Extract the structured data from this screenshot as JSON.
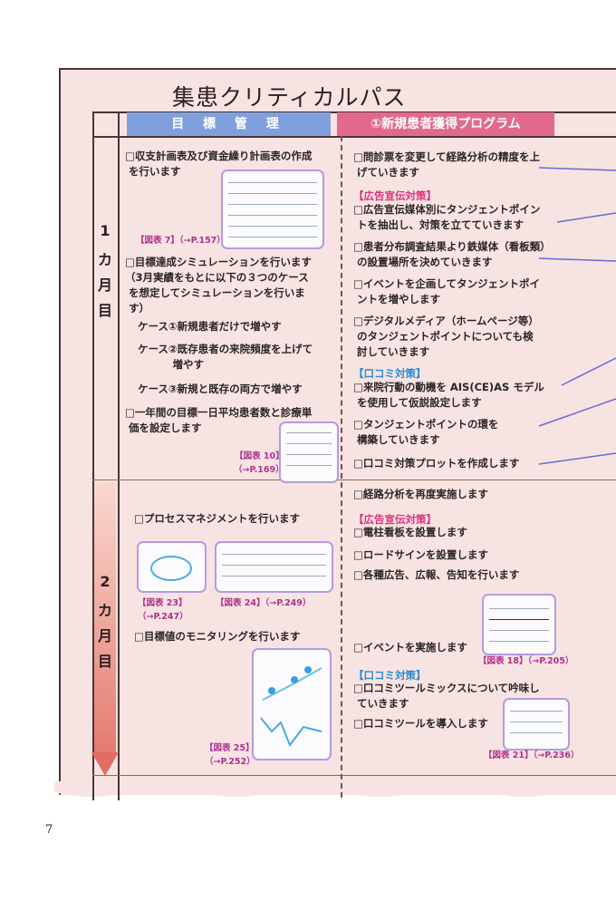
{
  "title": "集患クリティカルパス",
  "headers": {
    "goal": "目 標 管 理",
    "program": "①新規患者獲得プログラム"
  },
  "months": {
    "m1": [
      "1",
      "カ",
      "月",
      "目"
    ],
    "m2": [
      "2",
      "カ",
      "月",
      "目"
    ]
  },
  "left1": {
    "item1": "□収支計画表及び資金繰り計画表の作成\n を行います",
    "ref7": "【図表 7】（→P.157）",
    "item2": "□目標達成シミュレーションを行います\n（3月実績をもとに以下の３つのケース\n を想定してシミュレーションを行いま\n す）",
    "case1": "ケース①新規患者だけで増やす",
    "case2": "ケース②既存患者の来院頻度を上げて\n　　　 増やす",
    "case3": "ケース③新規と既存の両方で増やす",
    "item3": "□一年間の目標一日平均患者数と診療単\n 価を設定します",
    "ref10": "【図表 10】\n（→P.169）"
  },
  "left2": {
    "item1": "□プロセスマネジメントを行います",
    "ref23": "【図表 23】\n（→P.247）",
    "ref24": "【図表 24】（→P.249）",
    "item2": "□目標値のモニタリングを行います",
    "ref25": "【図表 25】\n（→P.252）"
  },
  "right1": {
    "item1": "□問診票を変更して経路分析の精度を上\n げていきます",
    "ad_heading": "【広告宣伝対策】",
    "item2": "□広告宣伝媒体別にタンジェントポイン\n トを抽出し、対策を立てていきます",
    "item3": "□患者分布調査結果より鉄媒体（看板類）\n の設置場所を決めていきます",
    "item4": "□イベントを企画してタンジェントポイ\n ントを増やします",
    "item5": "□デジタルメディア（ホームページ等）\n のタンジェントポイントについても検\n 討していきます",
    "wom_heading": "【口コミ対策】",
    "item6": "□来院行動の動機を AIS(CE)AS モデル\n を使用して仮説設定します",
    "item7": "□タンジェントポイントの環を\n 構築していきます",
    "item8": "□口コミ対策プロットを作成します"
  },
  "right2": {
    "item1": "□経路分析を再度実施します",
    "ad_heading": "【広告宣伝対策】",
    "item2": "□電柱看板を設置します",
    "item3": "□ロードサインを設置します",
    "item4": "□各種広告、広報、告知を行います",
    "item5": "□イベントを実施します",
    "ref18": "【図表 18】（→P.205）",
    "wom_heading": "【口コミ対策】",
    "item6": "□口コミツールミックスについて吟味し\n ていきます",
    "item7": "□口コミツールを導入します",
    "ref21": "【図表 21】（→P.236）"
  },
  "page_number": "7"
}
